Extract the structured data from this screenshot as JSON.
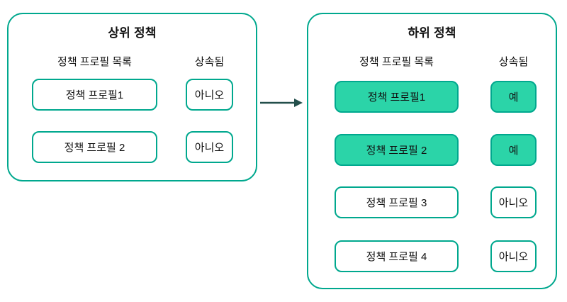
{
  "diagram": {
    "colors": {
      "accent": "#00A88E",
      "chip_fill": "#2BD4A8",
      "arrow": "#234F4B"
    },
    "arrow_icon": "arrow-right-icon",
    "parent_panel": {
      "title": "상위 정책",
      "profile_header": "정책 프로필 목록",
      "inherited_header": "상속됨",
      "rows": [
        {
          "profile": "정책 프로필1",
          "inherited": "아니오"
        },
        {
          "profile": "정책 프로필 2",
          "inherited": "아니오"
        }
      ]
    },
    "child_panel": {
      "title": "하위 정책",
      "profile_header": "정책 프로필 목록",
      "inherited_header": "상속됨",
      "rows": [
        {
          "profile": "정책 프로필1",
          "inherited": "예"
        },
        {
          "profile": "정책 프로필 2",
          "inherited": "예"
        },
        {
          "profile": "정책 프로필 3",
          "inherited": "아니오"
        },
        {
          "profile": "정책 프로필 4",
          "inherited": "아니오"
        }
      ]
    }
  }
}
